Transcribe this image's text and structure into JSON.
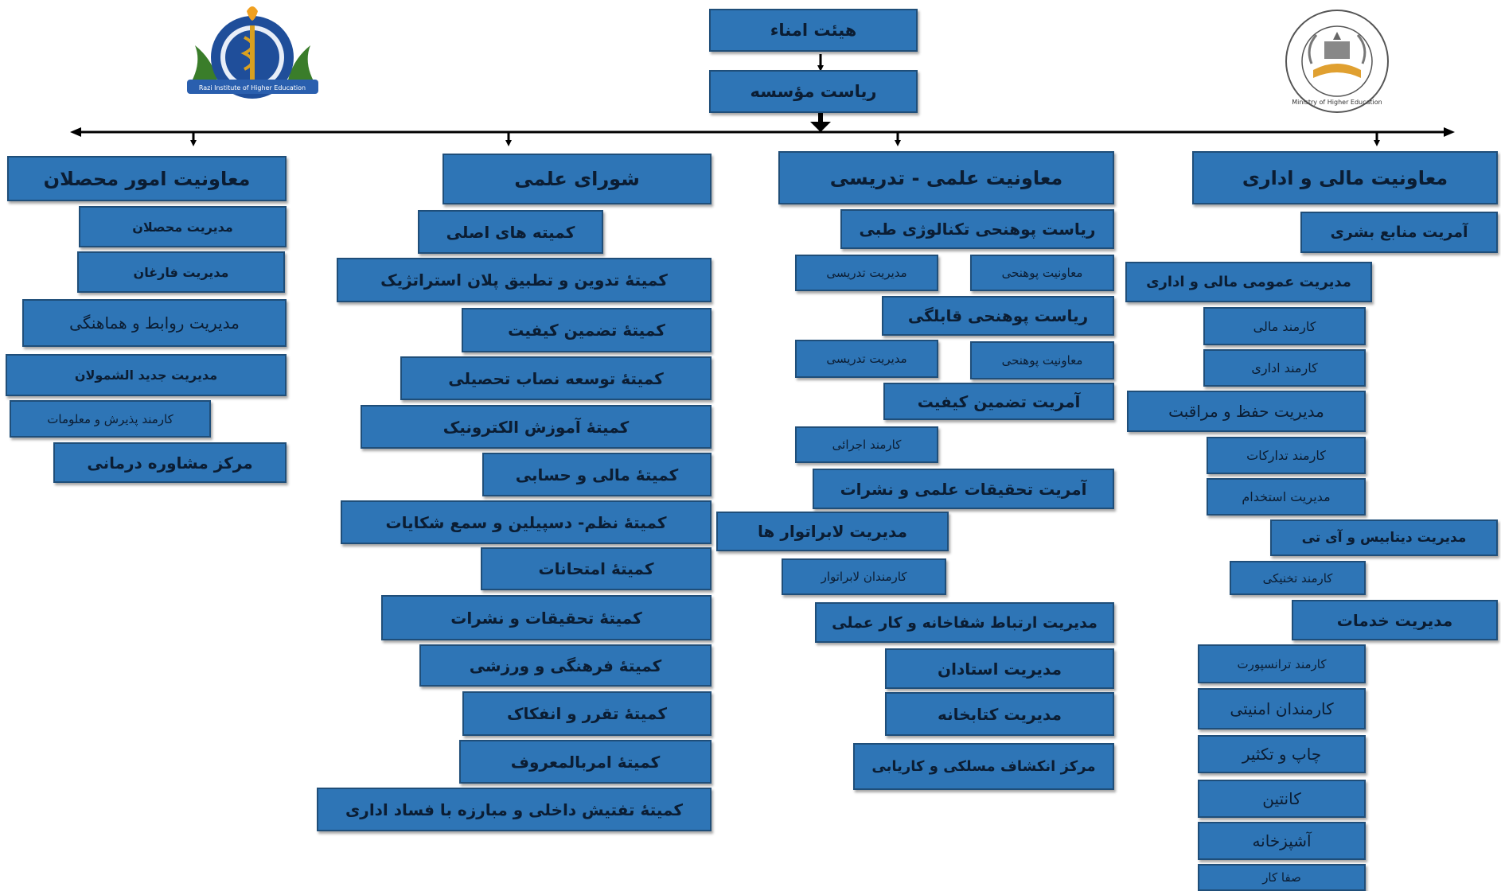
{
  "top": {
    "board": "هیئت امناء",
    "presidency": "ریاست مؤسسه"
  },
  "logos": {
    "left": {
      "icon": "institute-emblem-caduceus",
      "text": "Razi Institute of Higher Education"
    },
    "right": {
      "icon": "ministry-of-higher-education-seal",
      "text": "Ministry of Higher Education"
    }
  },
  "col1": {
    "header": "معاونیت امور محصلان",
    "items": [
      "مدیریت محصلان",
      "مدیریت فارغان",
      "مدیریت روابط و هماهنگی",
      "مدیریت جدید الشمولان",
      "کارمند پذیرش و معلومات",
      "مرکز مشاوره درمانی"
    ]
  },
  "col2": {
    "header": "شورای علمی",
    "items": [
      "کمیته های اصلی",
      "کمیتهٔ تدوین و تطبیق پلان استراتژیک",
      "کمیتهٔ تضمین کیفیت",
      "کمیتهٔ توسعه نصاب تحصیلی",
      "کمیتهٔ آموزش الکترونیک",
      "کمیتهٔ مالی و حسابی",
      "کمیتهٔ نظم- دسپیلین و سمع شکایات",
      "کمیتهٔ امتحانات",
      "کمیتهٔ تحقیقات و نشرات",
      "کمیتهٔ فرهنگی و ورزشی",
      "کمیتهٔ تقرر و انفکاک",
      "کمیتهٔ امربالمعروف",
      "کمیتهٔ تفتیش داخلی و مبارزه با فساد اداری"
    ]
  },
  "col3": {
    "header": "معاونیت علمی - تدریسی",
    "items": [
      "ریاست پوهنحی تکنالوژی طبی",
      "معاونیت پوهنحی",
      "مدیریت تدریسی",
      "ریاست پوهنحی قابلگی",
      "معاونیت پوهنحی",
      "مدیریت تدریسی",
      "آمریت تضمین کیفیت",
      "کارمند اجرائی",
      "آمریت تحقیقات علمی و نشرات",
      "مدیریت لابراتوار ها",
      "کارمندان لابراتوار",
      "مدیریت ارتباط شفاخانه و کار عملی",
      "مدیریت استادان",
      "مدیریت کتابخانه",
      "مرکز انکشاف مسلکی و کاریابی"
    ]
  },
  "col4": {
    "header": "معاونیت مالی و اداری",
    "items": [
      "آمریت منابع بشری",
      "مدیریت عمومی مالی و اداری",
      "کارمند مالی",
      "کارمند اداری",
      "مدیریت حفظ و مراقبت",
      "کارمند تدارکات",
      "مدیریت استخدام",
      "مدیریت دیتابیس و آی تی",
      "کارمند تخنیکی",
      "مدیریت خدمات",
      "کارمند ترانسپورت",
      "کارمندان امنیتی",
      "چاپ و تکثیر",
      "کانتین",
      "آشپزخانه",
      "صفا کار"
    ]
  },
  "colors": {
    "box_fill": "#2e75b6",
    "box_border": "#1f4e79",
    "text": "#0b1d33",
    "line": "#000000"
  }
}
